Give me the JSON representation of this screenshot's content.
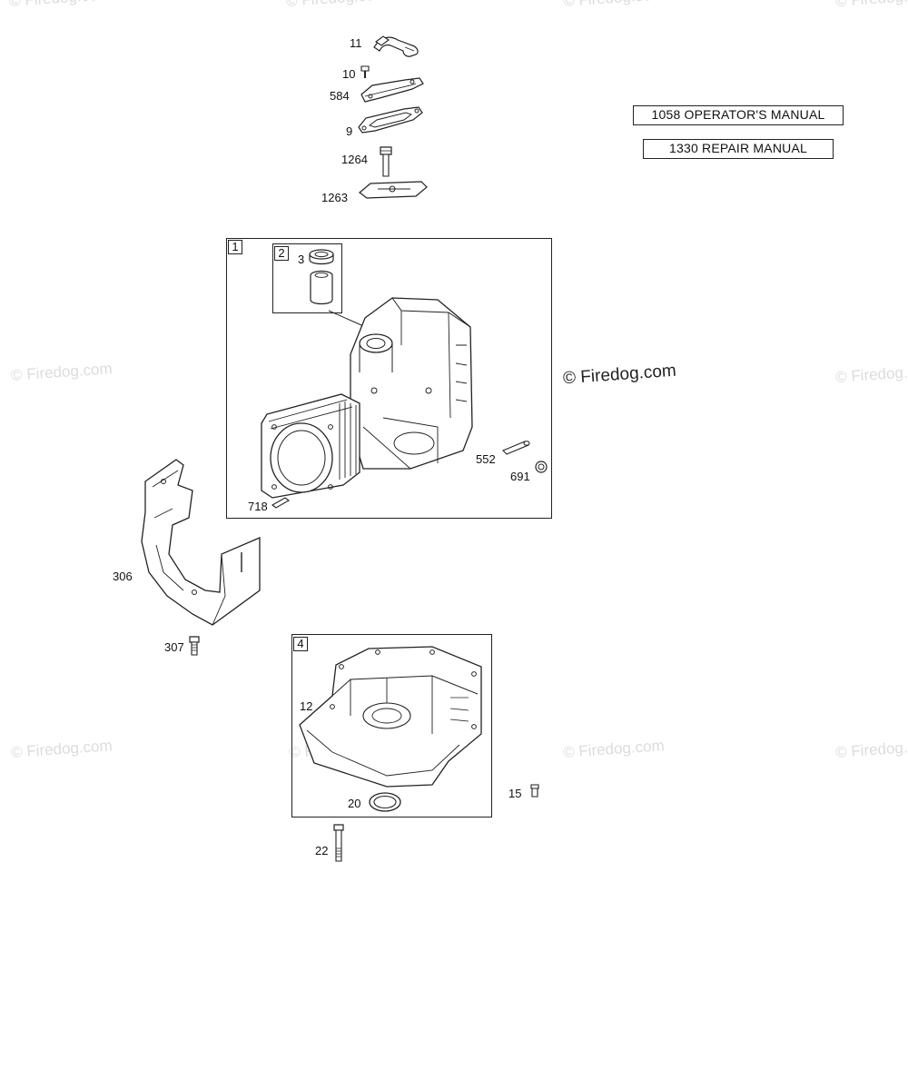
{
  "manuals": {
    "operators": "1058 OPERATOR'S MANUAL",
    "repair": "1330 REPAIR MANUAL"
  },
  "watermark": {
    "text": "© Firedog.com"
  },
  "callouts": {
    "group_cylinder": "1",
    "group_bushing": "2",
    "group_sump": "4"
  },
  "parts": [
    {
      "ref": "11",
      "icon": "breather-tube-icon"
    },
    {
      "ref": "10",
      "icon": "screw-icon"
    },
    {
      "ref": "584",
      "icon": "breather-cover-icon"
    },
    {
      "ref": "9",
      "icon": "gasket-icon"
    },
    {
      "ref": "1264",
      "icon": "bolt-icon"
    },
    {
      "ref": "1263",
      "icon": "breather-gasket-icon"
    },
    {
      "ref": "3",
      "icon": "bushing-icon"
    },
    {
      "ref": "552",
      "icon": "dowel-pin-icon"
    },
    {
      "ref": "691",
      "icon": "plug-icon"
    },
    {
      "ref": "718",
      "icon": "dowel-pin-icon"
    },
    {
      "ref": "306",
      "icon": "deflector-shield-icon"
    },
    {
      "ref": "307",
      "icon": "screw-icon"
    },
    {
      "ref": "12",
      "icon": "sump-icon"
    },
    {
      "ref": "20",
      "icon": "oil-seal-icon"
    },
    {
      "ref": "15",
      "icon": "plug-icon"
    },
    {
      "ref": "22",
      "icon": "bolt-icon"
    }
  ]
}
